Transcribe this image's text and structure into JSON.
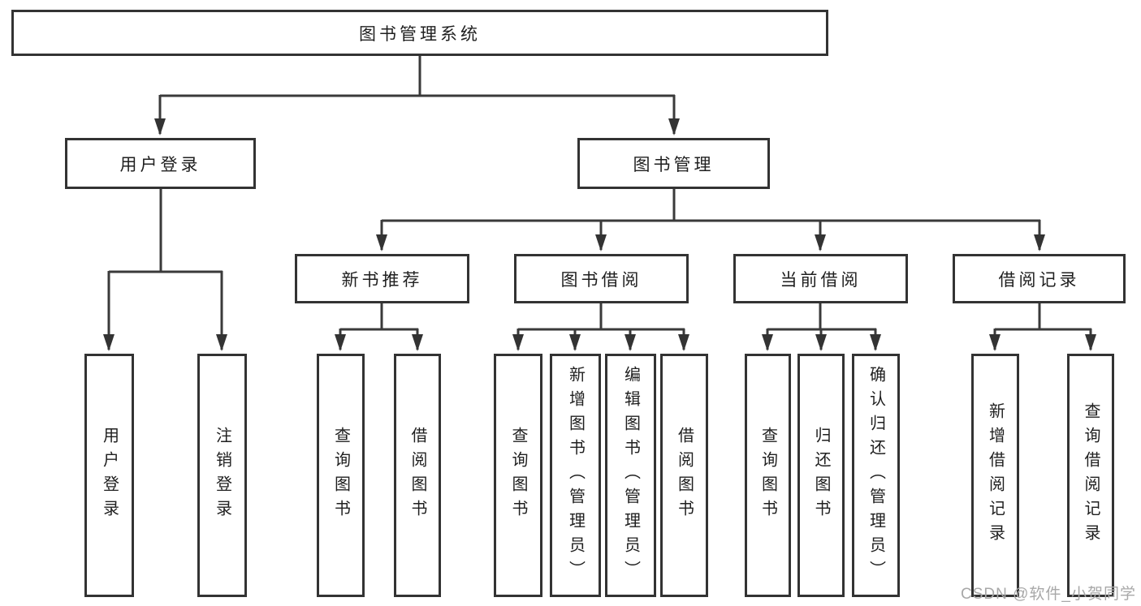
{
  "diagram": {
    "root_label": "图书管理系统",
    "level2": {
      "user_login": "用户登录",
      "book_management": "图书管理"
    },
    "level3": {
      "new_book_recommend": "新书推荐",
      "book_borrow": "图书借阅",
      "current_borrow": "当前借阅",
      "borrow_records": "借阅记录"
    },
    "leaves": {
      "user_login": [
        "用户登录",
        "注销登录"
      ],
      "new_book_recommend": [
        "查询图书",
        "借阅图书"
      ],
      "book_borrow": [
        "查询图书",
        "新增图书（管理员）",
        "编辑图书（管理员）",
        "借阅图书"
      ],
      "current_borrow": [
        "查询图书",
        "归还图书",
        "确认归还（管理员）"
      ],
      "borrow_records": [
        "新增借阅记录",
        "查询借阅记录"
      ]
    }
  },
  "watermark": {
    "text": "CSDN @软件_小贺同学"
  },
  "colors": {
    "line": "#3a3a3a",
    "box_border": "#333333",
    "text": "#1f1f1f",
    "background": "#ffffff",
    "watermark": "#a8a8a8"
  }
}
